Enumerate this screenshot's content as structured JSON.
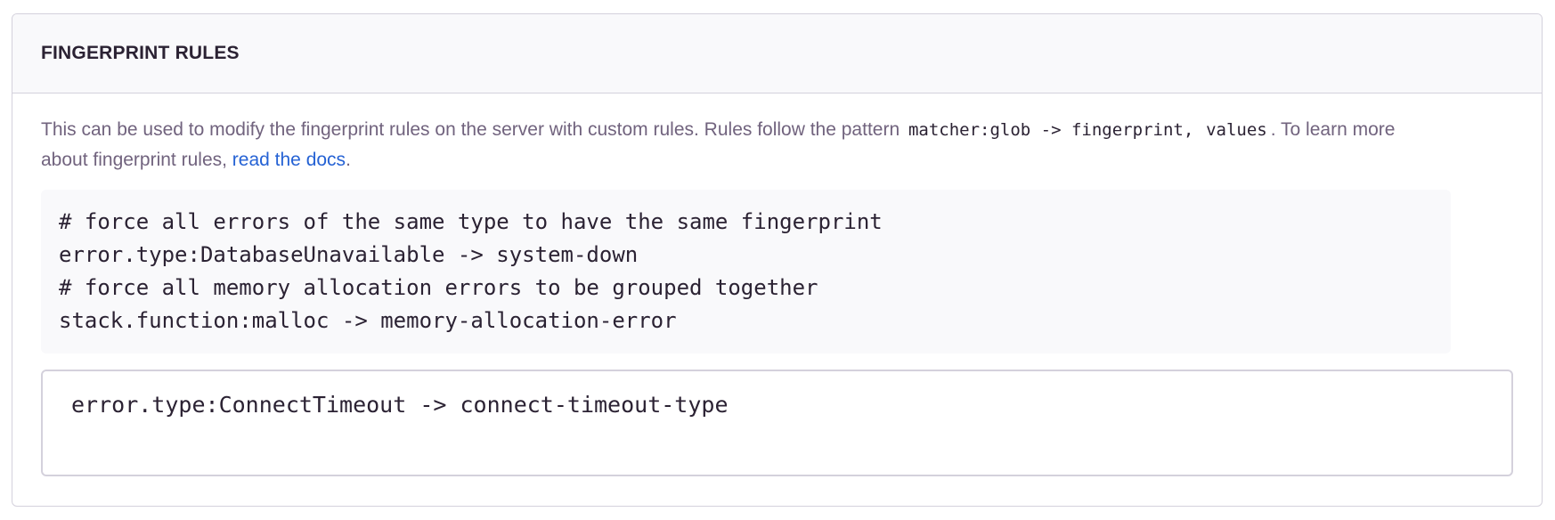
{
  "section": {
    "title": "FINGERPRINT RULES"
  },
  "help": {
    "intro": "This can be used to modify the fingerprint rules on the server with custom rules. Rules follow the pattern ",
    "pattern_code_1": "matcher:glob -> fingerprint,",
    "pattern_code_2": "values",
    "after_pattern": ". To learn more about fingerprint rules, ",
    "docs_link": "read the docs",
    "end": "."
  },
  "example": {
    "lines": [
      "# force all errors of the same type to have the same fingerprint",
      "error.type:DatabaseUnavailable -> system-down",
      "# force all memory allocation errors to be grouped together",
      "stack.function:malloc -> memory-allocation-error"
    ]
  },
  "rules_input": {
    "value": "error.type:ConnectTimeout -> connect-timeout-type"
  },
  "colors": {
    "header_bg": "#f9f9fb",
    "border": "#d4d1dc",
    "muted_text": "#71637e",
    "link": "#2562d4",
    "body_text": "#2b2233"
  }
}
